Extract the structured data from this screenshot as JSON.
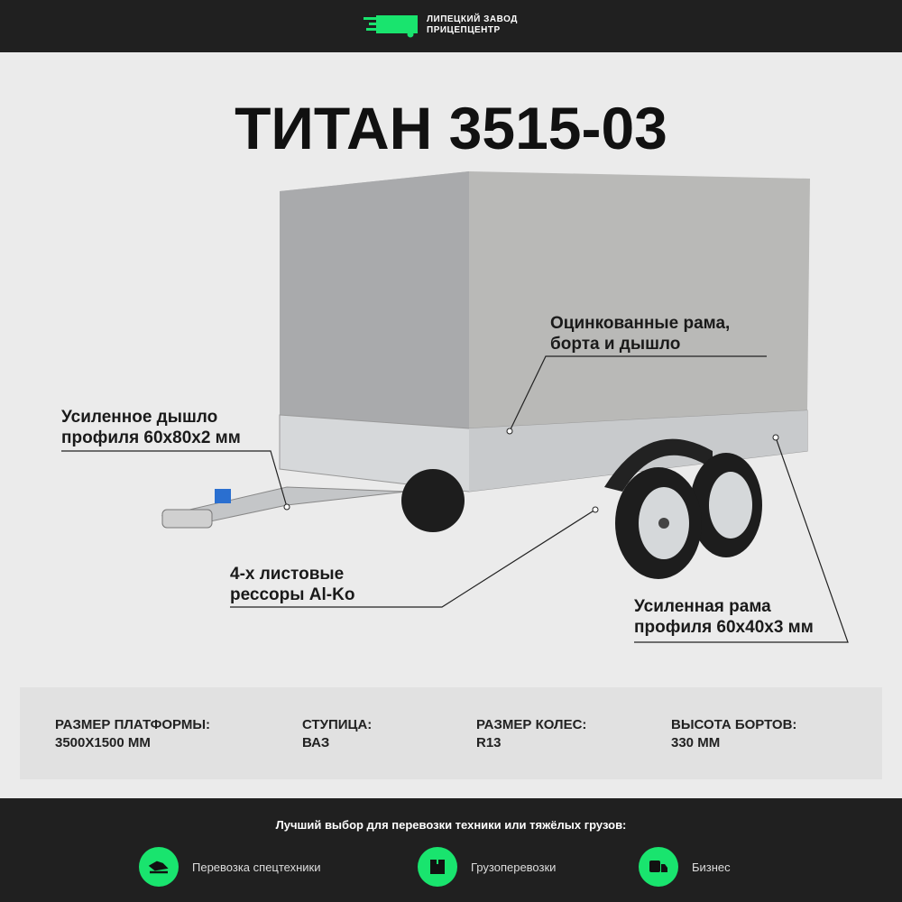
{
  "header": {
    "logo_line1": "ЛИПЕЦКИЙ ЗАВОД",
    "logo_line2": "ПРИЦЕПЦЕНТР",
    "accent": "#19e46e"
  },
  "title": "ТИТАН 3515-03",
  "callouts": {
    "frame_galvanized": [
      "Оцинкованные рама,",
      "борта и дышло"
    ],
    "drawbar": [
      "Усиленное дышло",
      "профиля 60х80х2 мм"
    ],
    "springs": [
      "4-х листовые",
      "рессоры Al-Ko"
    ],
    "frame": [
      "Усиленная рама",
      "профиля 60х40х3 мм"
    ]
  },
  "specs": [
    {
      "label": "РАЗМЕР ПЛАТФОРМЫ:",
      "value": "3500Х1500 ММ"
    },
    {
      "label": "СТУПИЦА:",
      "value": "ВАЗ"
    },
    {
      "label": "РАЗМЕР КОЛЕС:",
      "value": "R13"
    },
    {
      "label": "ВЫСОТА БОРТОВ:",
      "value": "330 ММ"
    }
  ],
  "footer": {
    "title": "Лучший выбор для перевозки техники или тяжёлых грузов:",
    "features": [
      {
        "icon": "snowmobile-icon",
        "label": "Перевозка спецтехники"
      },
      {
        "icon": "box-icon",
        "label": "Грузоперевозки"
      },
      {
        "icon": "truck-icon",
        "label": "Бизнес"
      }
    ]
  }
}
